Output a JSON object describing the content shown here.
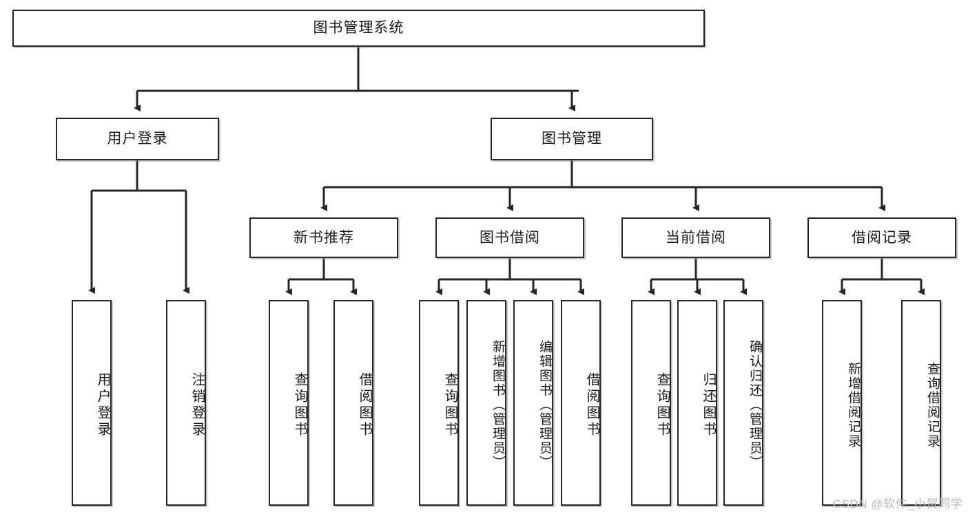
{
  "diagram": {
    "title": "图书管理系统",
    "type": "hierarchy-tree",
    "root": {
      "id": "root",
      "label": "图书管理系统"
    },
    "level2": [
      {
        "id": "user-login",
        "label": "用户登录"
      },
      {
        "id": "book-manage",
        "label": "图书管理"
      }
    ],
    "level3": [
      {
        "id": "new-book-recommend",
        "label": "新书推荐",
        "parent": "book-manage"
      },
      {
        "id": "book-borrow",
        "label": "图书借阅",
        "parent": "book-manage"
      },
      {
        "id": "current-borrow",
        "label": "当前借阅",
        "parent": "book-manage"
      },
      {
        "id": "borrow-record",
        "label": "借阅记录",
        "parent": "book-manage"
      }
    ],
    "leaves": [
      {
        "id": "leaf-user-login",
        "label": "用户登录",
        "parent": "user-login"
      },
      {
        "id": "leaf-user-logout",
        "label": "注销登录",
        "parent": "user-login"
      },
      {
        "id": "leaf-query-book-1",
        "label": "查询图书",
        "parent": "new-book-recommend"
      },
      {
        "id": "leaf-borrow-book-1",
        "label": "借阅图书",
        "parent": "new-book-recommend"
      },
      {
        "id": "leaf-query-book-2",
        "label": "查询图书",
        "parent": "book-borrow"
      },
      {
        "id": "leaf-add-book",
        "label": "新增图书（管理员）",
        "parent": "book-borrow"
      },
      {
        "id": "leaf-edit-book",
        "label": "编辑图书（管理员）",
        "parent": "book-borrow"
      },
      {
        "id": "leaf-borrow-book-2",
        "label": "借阅图书",
        "parent": "book-borrow"
      },
      {
        "id": "leaf-query-book-3",
        "label": "查询图书",
        "parent": "current-borrow"
      },
      {
        "id": "leaf-return-book",
        "label": "归还图书",
        "parent": "current-borrow"
      },
      {
        "id": "leaf-confirm-return",
        "label": "确认归还（管理员）",
        "parent": "current-borrow"
      },
      {
        "id": "leaf-add-record",
        "label": "新增借阅记录",
        "parent": "borrow-record"
      },
      {
        "id": "leaf-query-record",
        "label": "查询借阅记录",
        "parent": "borrow-record"
      }
    ]
  },
  "watermark": {
    "text": "CSDN @软件_小贺同学"
  },
  "colors": {
    "stroke": "#262626",
    "box_fill": "#ffffff",
    "text": "#1b1b1b",
    "watermark": "#b9b9b9",
    "page_background": "#ffffff"
  }
}
